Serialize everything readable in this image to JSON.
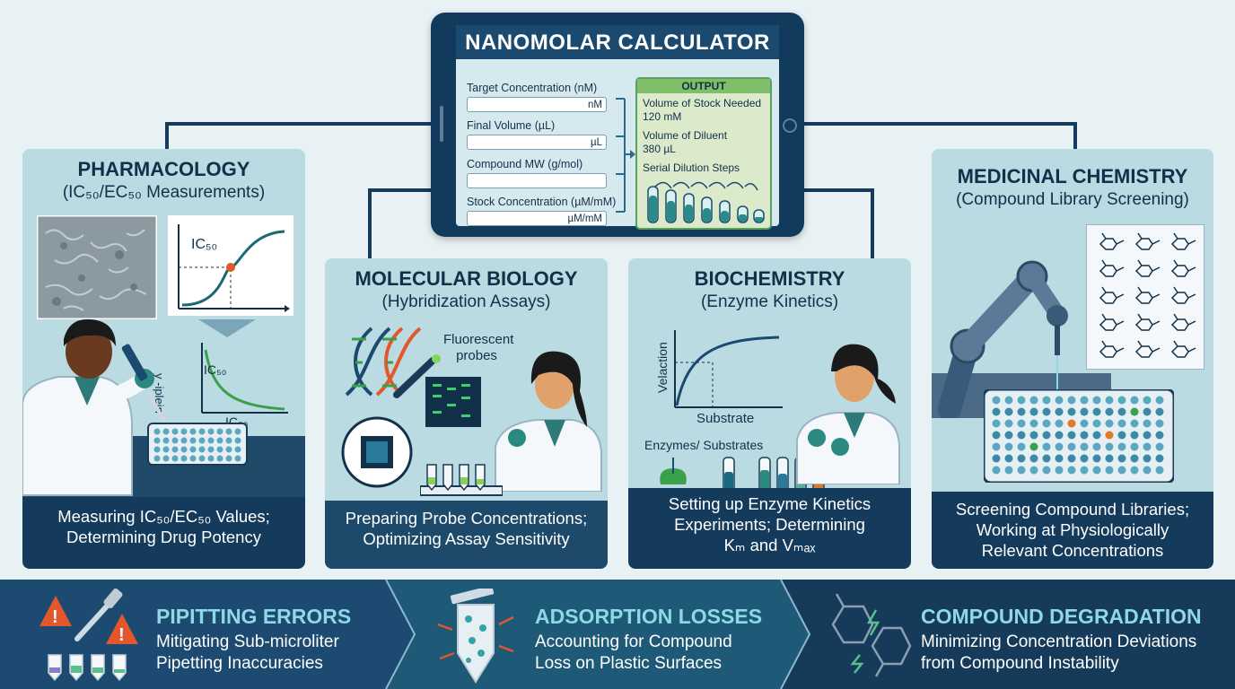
{
  "calculator": {
    "title": "NANOMOLAR CALCULATOR",
    "fields": [
      {
        "label": "Target Concentration (nM)",
        "unit": "nM"
      },
      {
        "label": "Final Volume (µL)",
        "unit": "µL"
      },
      {
        "label": "Compound MW (g/mol)",
        "unit": ""
      },
      {
        "label": "Stock Concentration (µM/mM)",
        "unit": "µM/mM"
      }
    ],
    "output": {
      "header": "OUTPUT",
      "stock_label": "Volume of Stock Needed",
      "stock_value": "120 mM",
      "diluent_label": "Volume of Diluent",
      "diluent_value": "380 µL",
      "serial_label": "Serial Dilution Steps"
    }
  },
  "panels": {
    "pharmacology": {
      "title": "PHARMACOLOGY",
      "subtitle": "(IC₅₀/EC₅₀ Measurements)",
      "ic50_label": "IC₅₀",
      "curve2_label": "IC₅₀",
      "curve2_xlabel": "IC₅₀",
      "curve2_ylabel": "y -iplein",
      "footer_line1": "Measuring IC₅₀/EC₅₀ Values;",
      "footer_line2": "Determining Drug Potency"
    },
    "molecular_biology": {
      "title": "MOLECULAR BIOLOGY",
      "subtitle": "(Hybridization Assays)",
      "probe_label": "Fluorescent probes",
      "footer_line1": "Preparing Probe Concentrations;",
      "footer_line2": "Optimizing Assay Sensitivity"
    },
    "biochemistry": {
      "title": "BIOCHEMISTRY",
      "subtitle": "(Enzyme Kinetics)",
      "ylabel": "Velaction",
      "xlabel": "Substrate",
      "enzymes_label": "Enzymes/ Substrates",
      "footer_line1": "Setting up Enzyme Kinetics",
      "footer_line2": "Experiments; Determining",
      "footer_line3": "Kₘ and Vₘₐₓ"
    },
    "medicinal_chemistry": {
      "title": "MEDICINAL CHEMISTRY",
      "subtitle": "(Compound Library Screening)",
      "footer_line1": "Screening Compound Libraries;",
      "footer_line2": "Working at Physiologically",
      "footer_line3": "Relevant Concentrations"
    }
  },
  "challenges": [
    {
      "title": "PIPITTING ERRORS",
      "line1": "Mitigating Sub-microliter",
      "line2": "Pipetting Inaccuracies"
    },
    {
      "title": "ADSORPTION LOSSES",
      "line1": "Accounting for Compound",
      "line2": "Loss on Plastic Surfaces"
    },
    {
      "title": "COMPOUND DEGRADATION",
      "line1": "Minimizing Concentration Deviations",
      "line2": "from Compound Instability"
    }
  ],
  "colors": {
    "navy": "#143a5c",
    "panel": "#b9dbe1",
    "accent_cyan": "#8fd8e6",
    "output_green": "#7fbf6a",
    "warning_orange": "#e2572b"
  }
}
